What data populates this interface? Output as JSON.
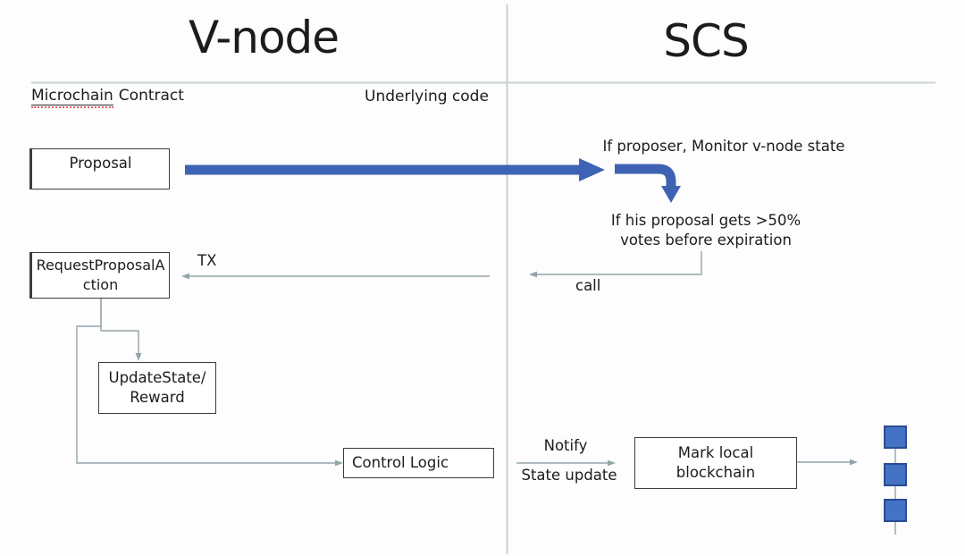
{
  "header": {
    "left_title": "V-node",
    "right_title": "SCS",
    "left_label_word": "Microchain",
    "left_label_rest": "Contract",
    "right_label": "Underlying code"
  },
  "vnode": {
    "proposal_label": "Proposal",
    "request_line1": "RequestProposalA",
    "request_line2": "ction",
    "tx_label": "TX",
    "update_line1": "UpdateState/",
    "update_line2": "Reward",
    "control_label": "Control Logic"
  },
  "scs": {
    "monitor_note": "If proposer, Monitor v-node state",
    "condition_line1": "If his proposal gets >50%",
    "condition_line2": "votes before expiration",
    "call_label": "call",
    "notify_label": "Notify",
    "state_update_label": "State update",
    "mark_line1": "Mark local",
    "mark_line2": "blockchain"
  },
  "colors": {
    "arrow_blue": "#3e63b4",
    "block_fill": "#4472c4",
    "block_border": "#2b4d8f",
    "connector_gray": "#95a3aa"
  }
}
